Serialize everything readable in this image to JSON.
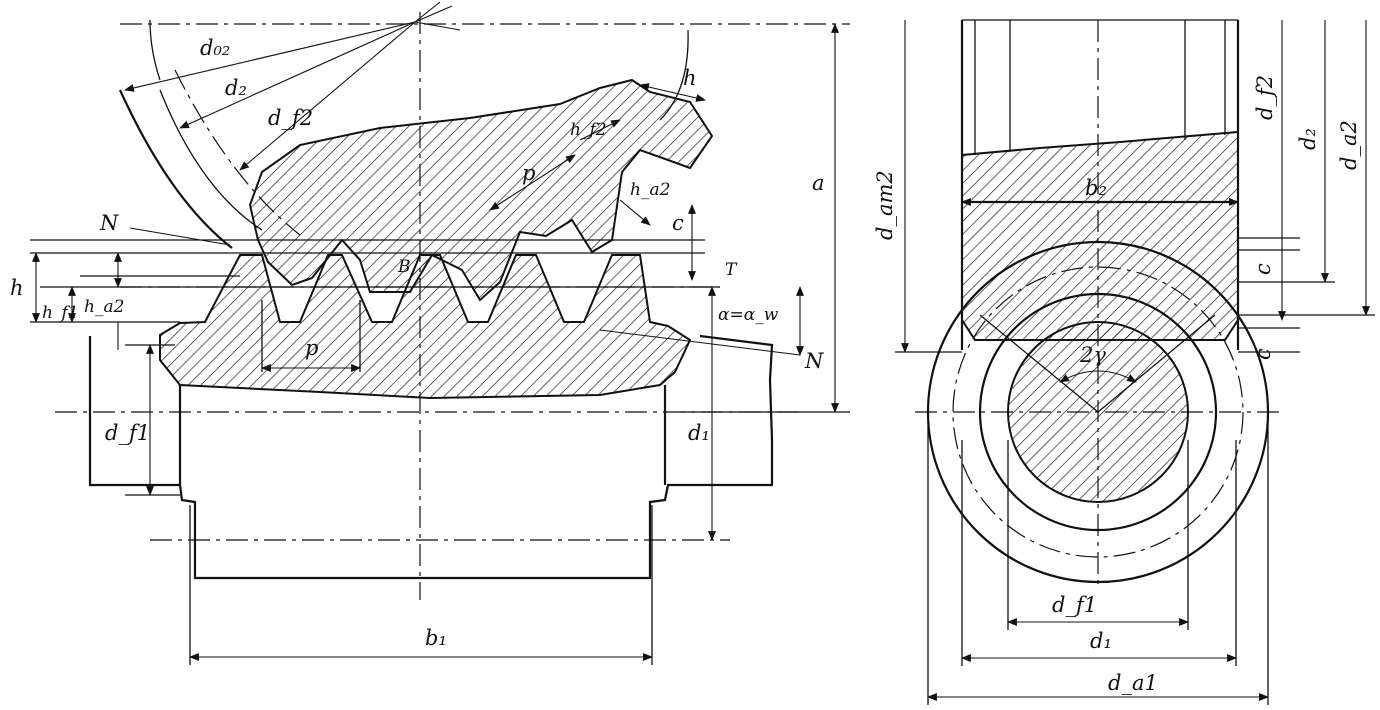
{
  "labels": {
    "d02": "d₀₂",
    "d2_left": "d₂",
    "df2_left": "d_f2",
    "h_top": "h",
    "hf2": "h_f2",
    "p_upper": "p",
    "ha2_upper": "h_a2",
    "c_upper": "c",
    "a": "a",
    "N_top": "N",
    "T": "T",
    "B": "B",
    "h_left": "h",
    "hf1": "h_f1",
    "ha2_left": "h_a2",
    "alpha": "α=α_w",
    "N_bottom": "N",
    "p_lower": "p",
    "df1_left": "d_f1",
    "d1_left": "d₁",
    "b1": "b₁",
    "dam2": "d_am2",
    "b2": "b₂",
    "df2_right": "d_f2",
    "d2_right": "d₂",
    "da2": "d_a2",
    "c_right1": "c",
    "c_right2": "c",
    "two_gamma": "2γ",
    "df1_right": "d_f1",
    "d1_right": "d₁",
    "da1": "d_a1"
  }
}
